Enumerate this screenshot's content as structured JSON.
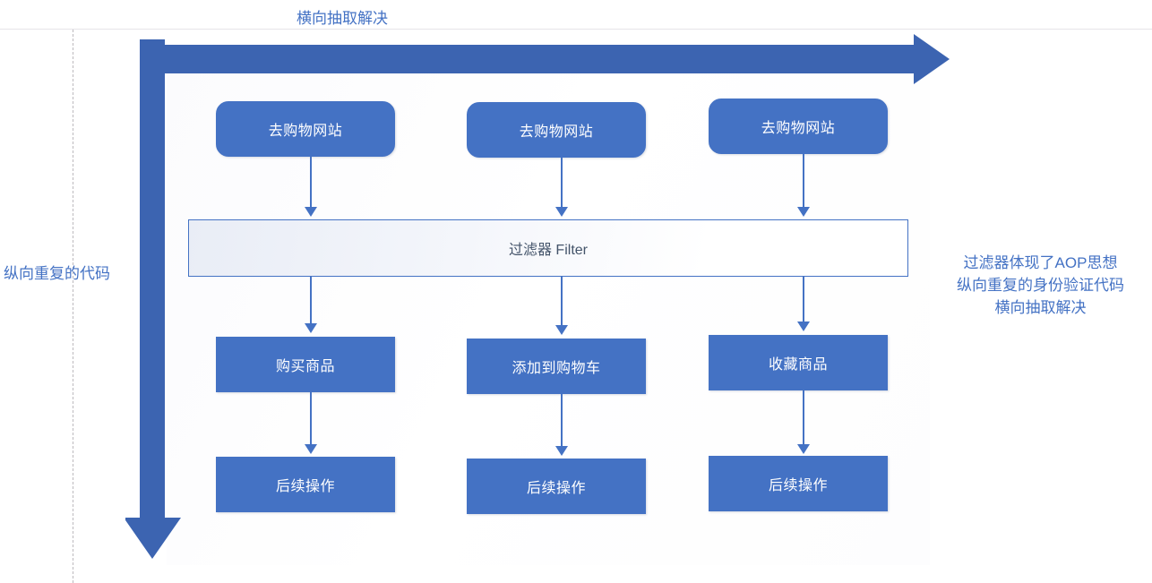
{
  "diagram": {
    "title_top": "横向抽取解决",
    "label_left": "纵向重复的代码",
    "note_right": {
      "line1": "过滤器体现了AOP思想",
      "line2": "纵向重复的身份验证代码",
      "line3": "横向抽取解决"
    },
    "colors": {
      "node_fill": "#4472c4",
      "node_text": "#ffffff",
      "big_arrow": "#3c64b1",
      "connector": "#4472c4",
      "label_text": "#4472c4",
      "filter_text": "#44546a",
      "filter_border": "#4472c4",
      "page_rule": "#e6e4e8",
      "dashed_guide": "#bdbabe",
      "background": "#ffffff"
    },
    "columns": [
      {
        "entry": "去购物网站",
        "action": "购买商品",
        "followup": "后续操作"
      },
      {
        "entry": "去购物网站",
        "action": "添加到购物车",
        "followup": "后续操作"
      },
      {
        "entry": "去购物网站",
        "action": "收藏商品",
        "followup": "后续操作"
      }
    ],
    "filter": {
      "label": "过滤器 Filter"
    }
  }
}
